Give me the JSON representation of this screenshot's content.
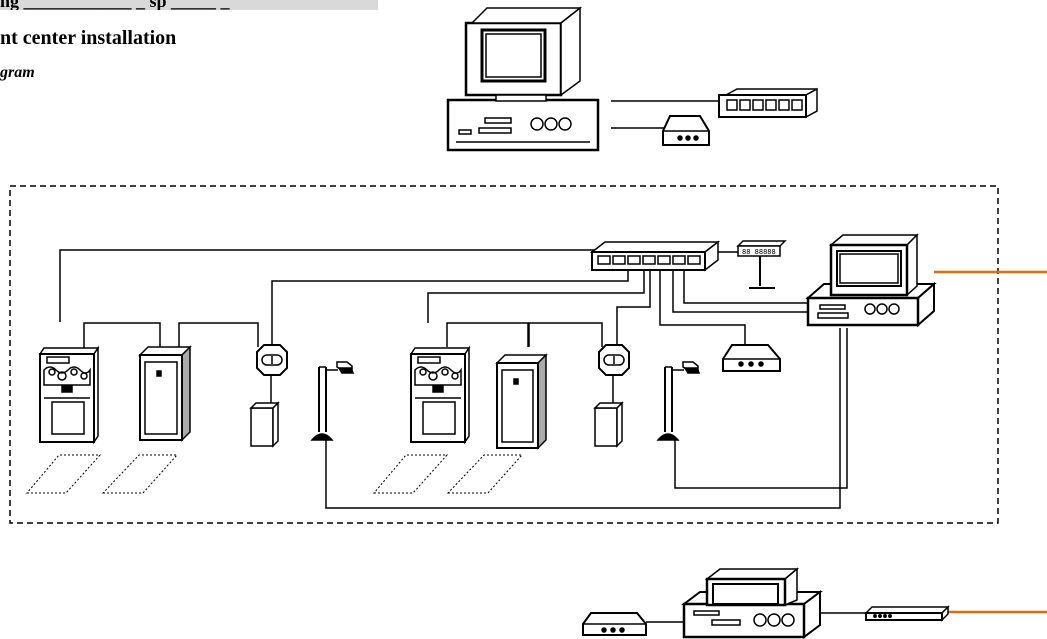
{
  "header": {
    "section_heading": "ng ____________ _ sp _____ _",
    "title": "nt center installation",
    "caption": "gram"
  },
  "diagram": {
    "line_color": "#000000",
    "uplink_color": "#e36c09",
    "boundary_style": "dashed",
    "devices": [
      "server-computer-icon",
      "network-switch-icon",
      "modem-icon",
      "network-switch-icon",
      "pole-display-icon",
      "workstation-computer-icon",
      "payment-terminal-icon",
      "cabinet-icon",
      "barrier-gate-icon",
      "card-reader-pole-icon",
      "payment-terminal-icon",
      "cabinet-icon",
      "barrier-gate-icon",
      "card-reader-pole-icon",
      "modem-icon",
      "office-computer-icon",
      "modem-icon",
      "router-icon"
    ]
  }
}
